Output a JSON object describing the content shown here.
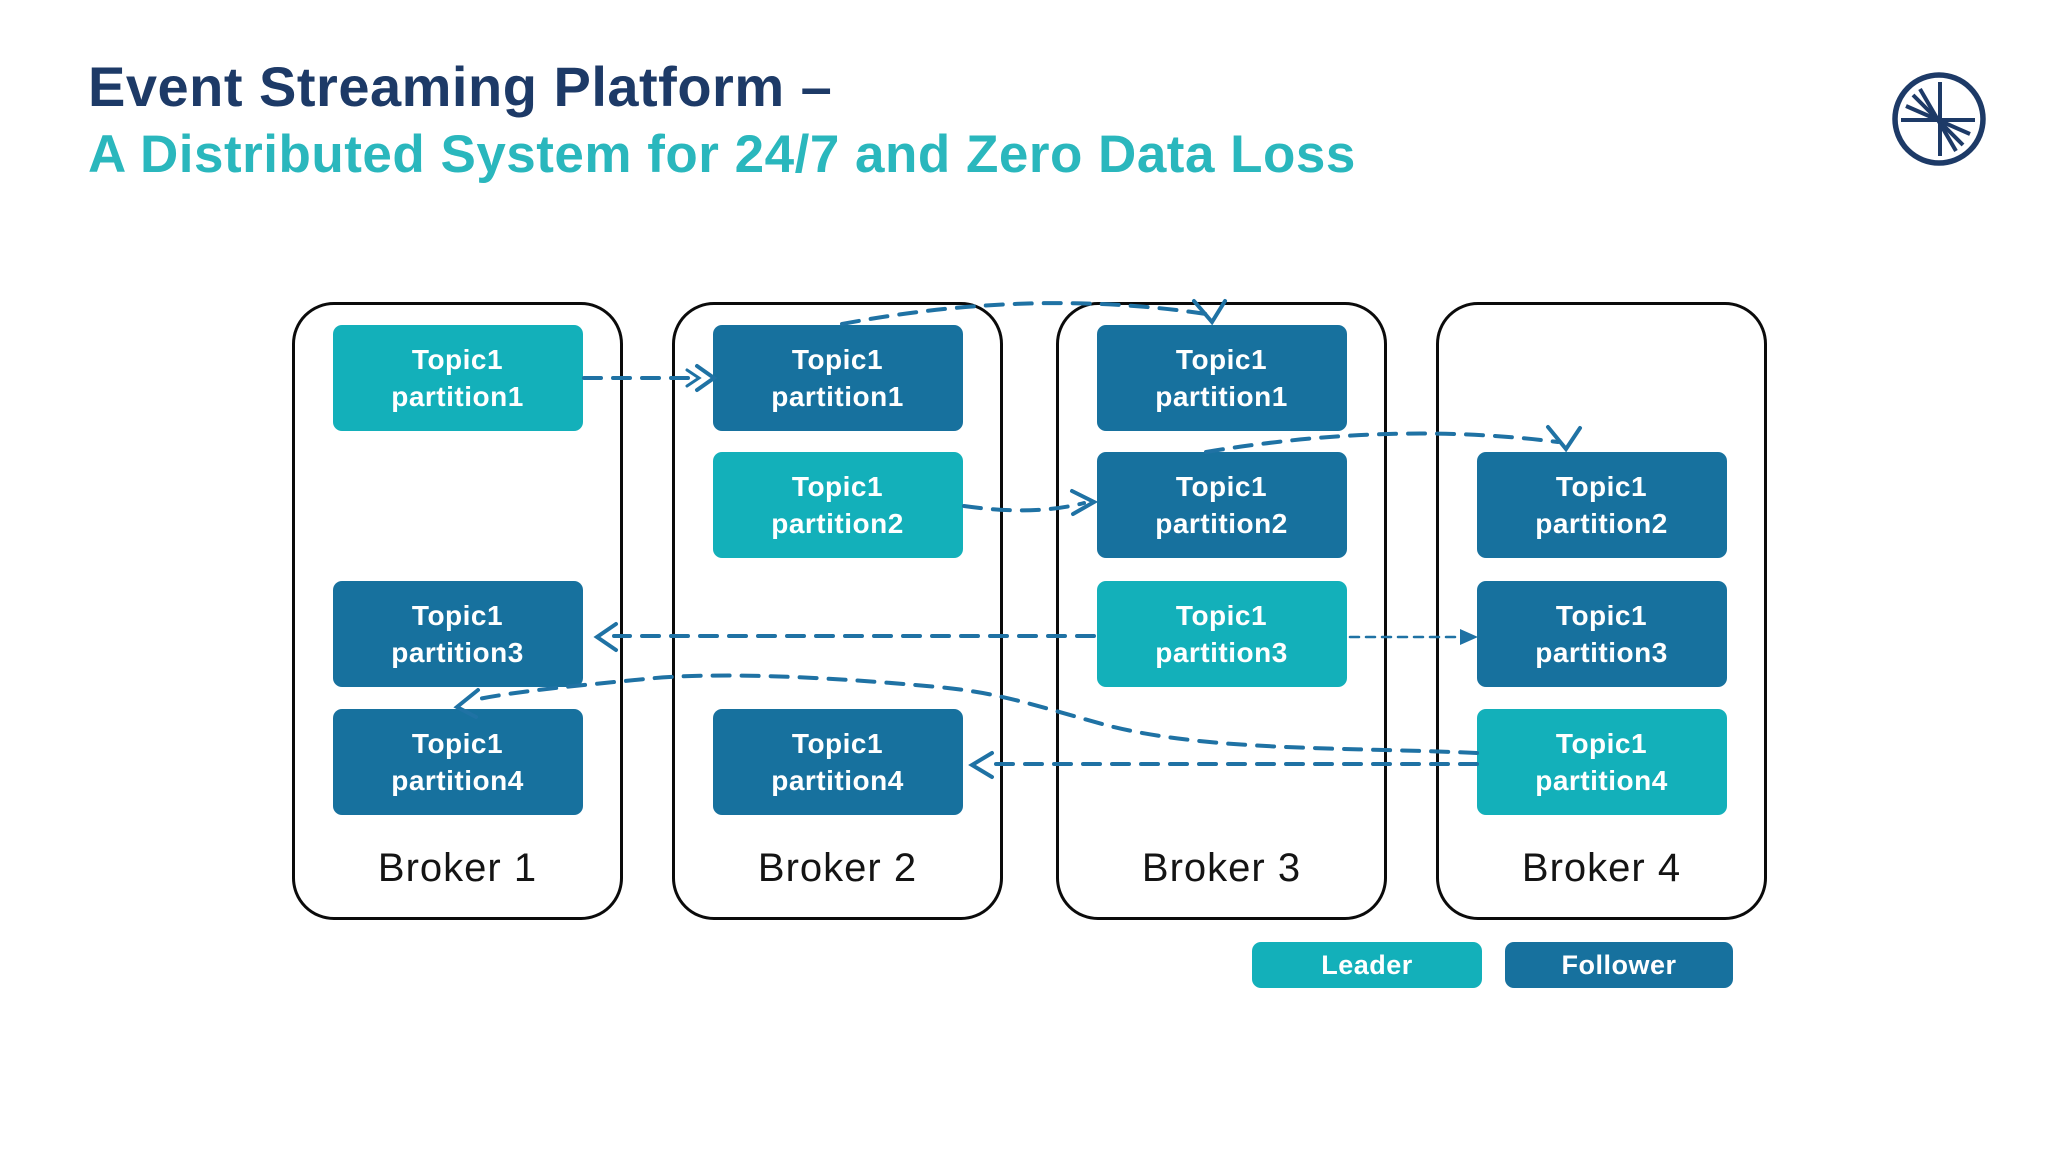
{
  "slide": {
    "title_line1": "Event Streaming Platform –",
    "title_line2": "A Distributed System for 24/7 and Zero Data Loss",
    "logo_name": "confluent-logo"
  },
  "colors": {
    "title_navy": "#1d3a67",
    "subtitle_teal": "#2ab7bd",
    "leader_teal": "#13b0ba",
    "follower_blue": "#17719e",
    "arrow_blue": "#1f72a4",
    "broker_border": "#0b0b0b"
  },
  "brokers": [
    {
      "label": "Broker 1",
      "partitions": [
        {
          "line1": "Topic1",
          "line2": "partition1",
          "role": "leader",
          "row": 1
        },
        {
          "line1": "Topic1",
          "line2": "partition3",
          "role": "follower",
          "row": 3
        },
        {
          "line1": "Topic1",
          "line2": "partition4",
          "role": "follower",
          "row": 4
        }
      ]
    },
    {
      "label": "Broker 2",
      "partitions": [
        {
          "line1": "Topic1",
          "line2": "partition1",
          "role": "follower",
          "row": 1
        },
        {
          "line1": "Topic1",
          "line2": "partition2",
          "role": "leader",
          "row": 2
        },
        {
          "line1": "Topic1",
          "line2": "partition4",
          "role": "follower",
          "row": 4
        }
      ]
    },
    {
      "label": "Broker 3",
      "partitions": [
        {
          "line1": "Topic1",
          "line2": "partition1",
          "role": "follower",
          "row": 1
        },
        {
          "line1": "Topic1",
          "line2": "partition2",
          "role": "follower",
          "row": 2
        },
        {
          "line1": "Topic1",
          "line2": "partition3",
          "role": "leader",
          "row": 3
        }
      ]
    },
    {
      "label": "Broker 4",
      "partitions": [
        {
          "line1": "Topic1",
          "line2": "partition2",
          "role": "follower",
          "row": 2
        },
        {
          "line1": "Topic1",
          "line2": "partition3",
          "role": "follower",
          "row": 3
        },
        {
          "line1": "Topic1",
          "line2": "partition4",
          "role": "leader",
          "row": 4
        }
      ]
    }
  ],
  "legend": [
    {
      "label": "Leader",
      "role": "leader"
    },
    {
      "label": "Follower",
      "role": "follower"
    }
  ]
}
